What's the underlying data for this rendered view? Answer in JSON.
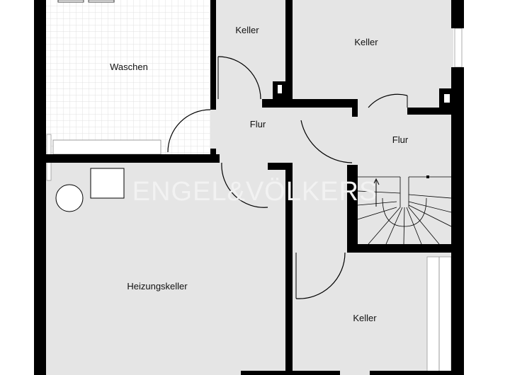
{
  "rooms": {
    "waschen": "Waschen",
    "keller_1": "Keller",
    "keller_2": "Keller",
    "flur_1": "Flur",
    "flur_2": "Flur",
    "heizungskeller": "Heizungskeller",
    "keller_3": "Keller"
  },
  "watermark": "ENGEL&VÖLKERS"
}
